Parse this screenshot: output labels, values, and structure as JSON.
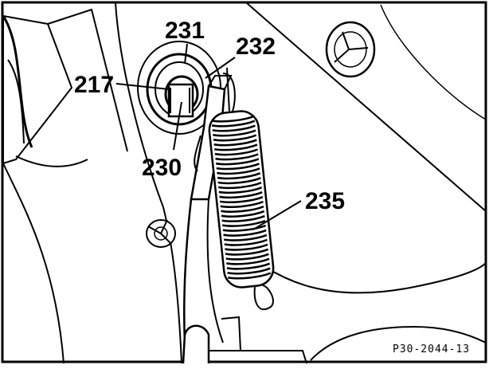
{
  "diagram": {
    "callouts": [
      {
        "id": "231",
        "text": "231"
      },
      {
        "id": "232",
        "text": "232"
      },
      {
        "id": "217",
        "text": "217"
      },
      {
        "id": "230",
        "text": "230"
      },
      {
        "id": "235",
        "text": "235"
      }
    ],
    "reference_code": "P30-2044-13",
    "colors": {
      "line": "#000000",
      "paper": "#ffffff",
      "shade": "#3a3a3a"
    }
  }
}
